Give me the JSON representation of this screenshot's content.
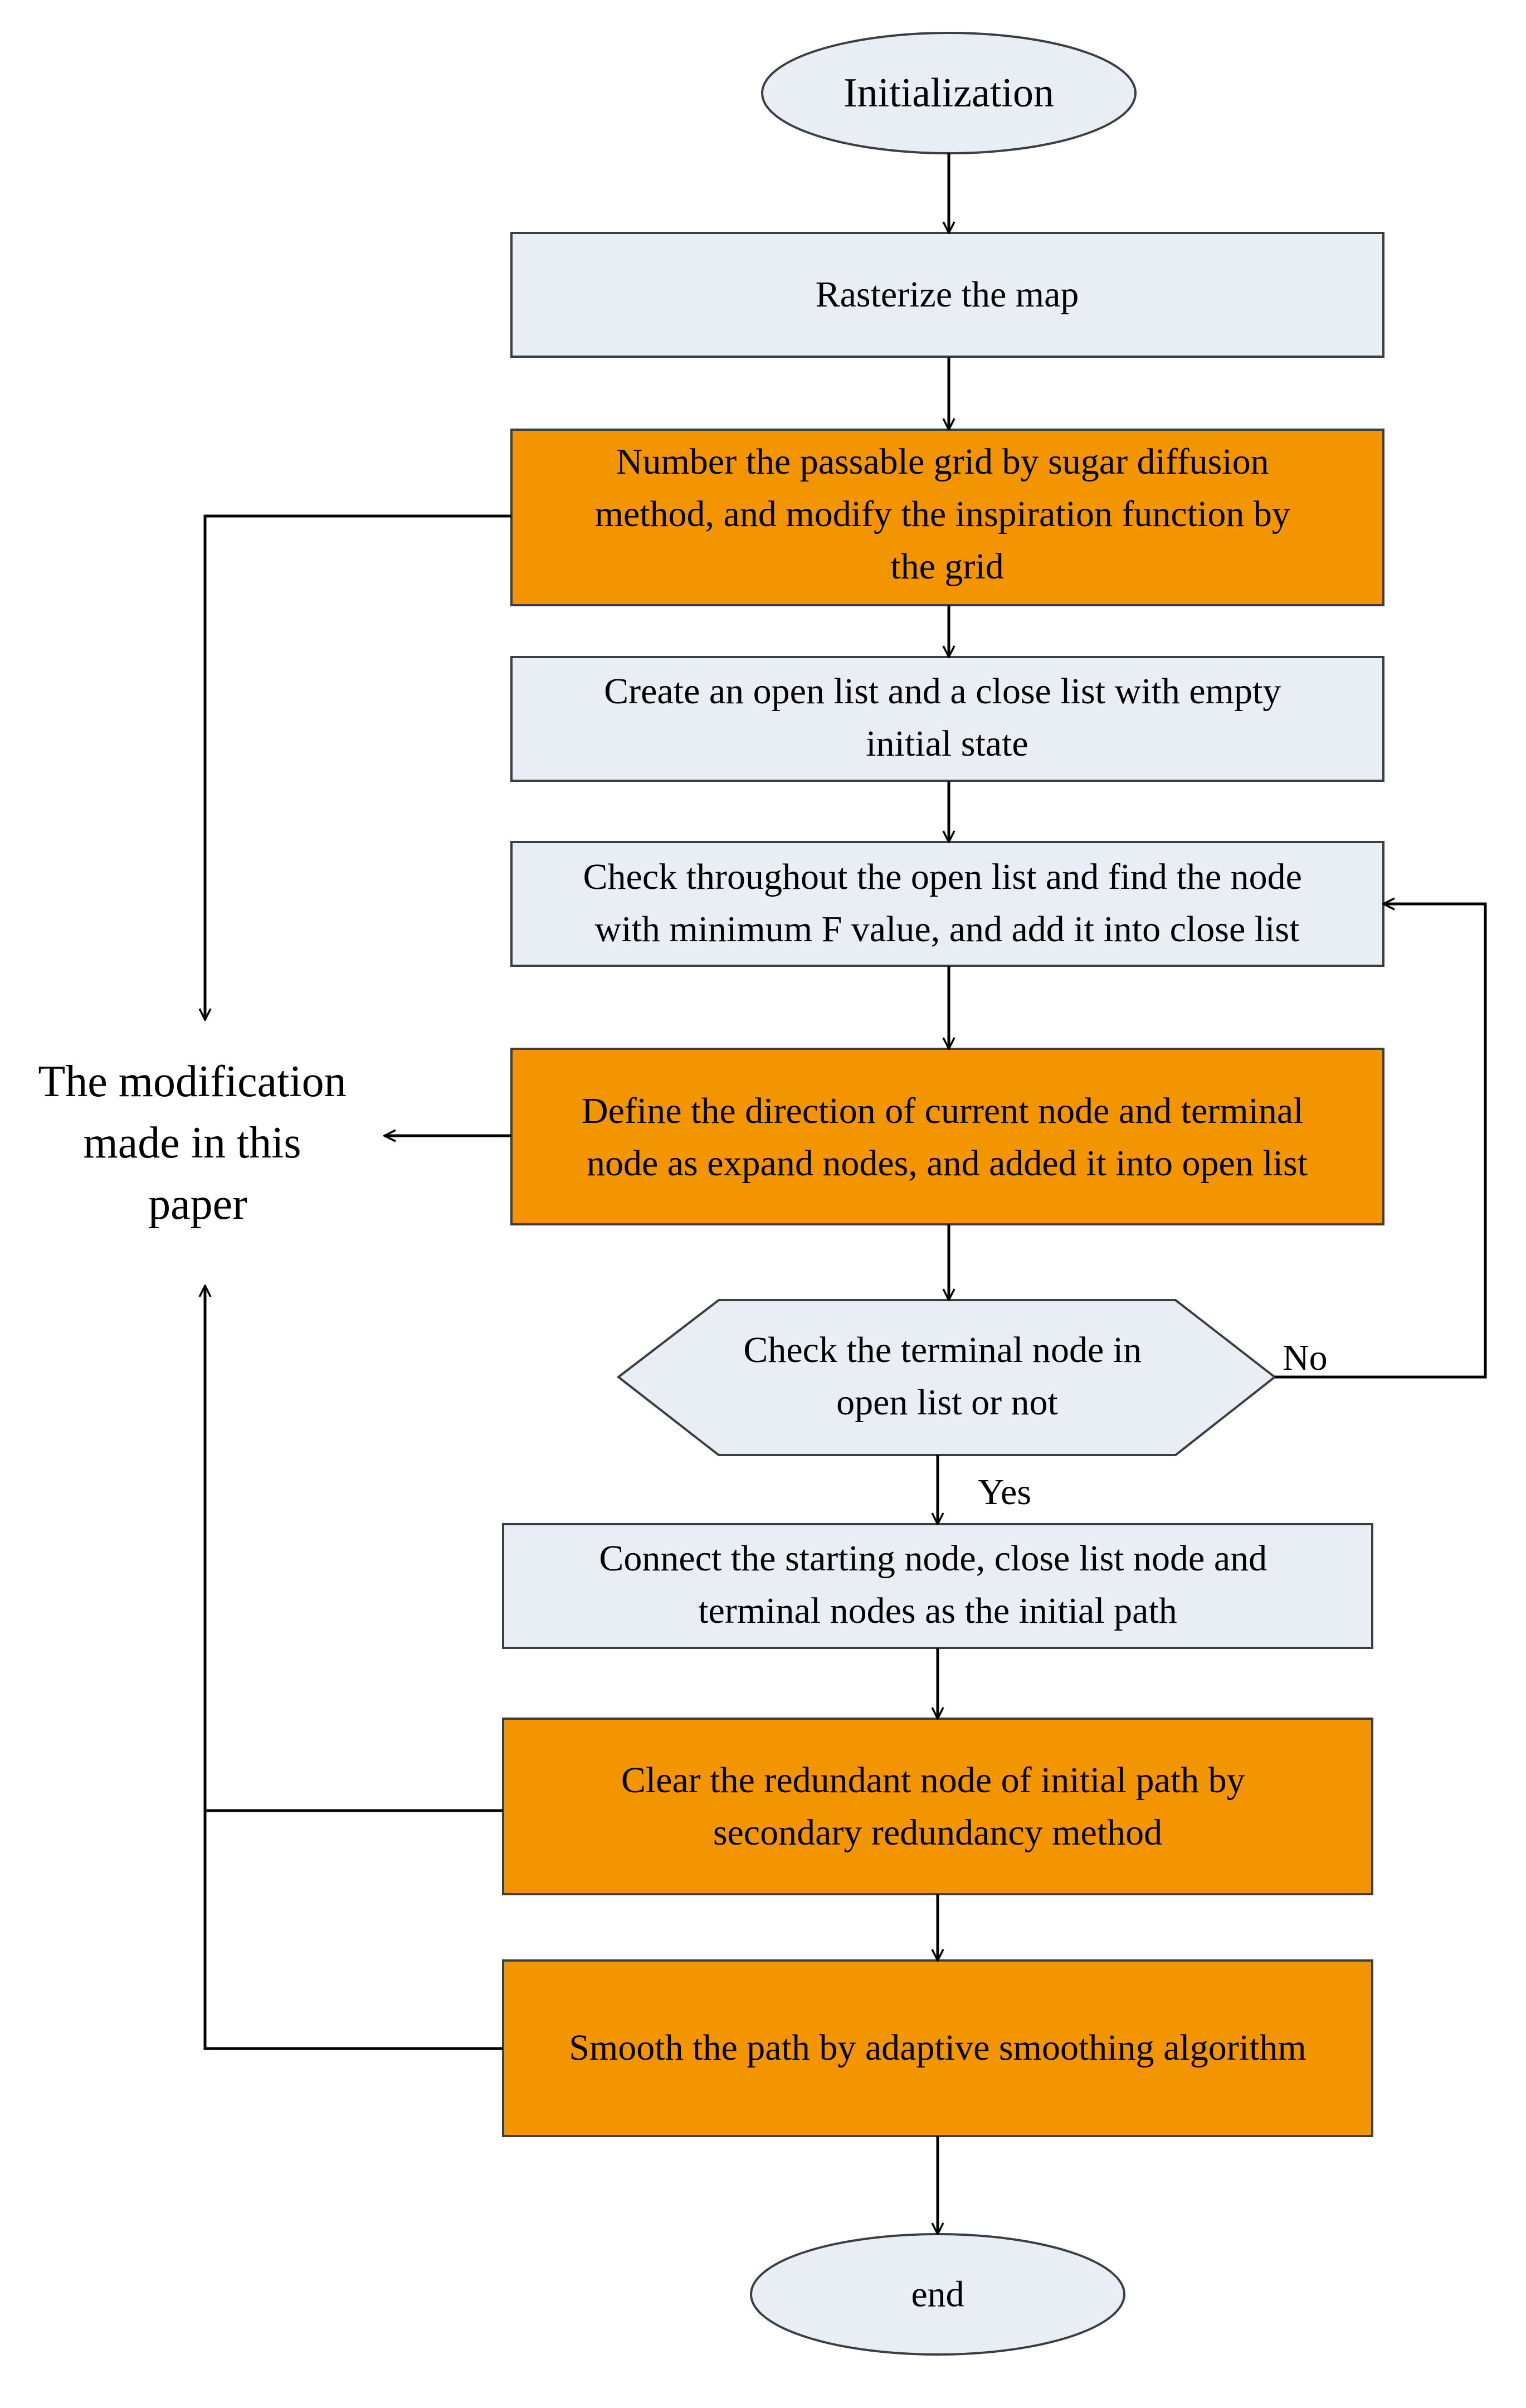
{
  "colors": {
    "default_fill": "#e9eef5",
    "modified_fill": "#f39500",
    "stroke": "#000000",
    "shape_stroke": "#3a3f44"
  },
  "start": {
    "label": "Initialization"
  },
  "steps": [
    {
      "id": "rasterize",
      "lines": [
        "Rasterize the map"
      ],
      "modified": false
    },
    {
      "id": "number-grid",
      "lines": [
        "Number the passable grid by sugar diffusion",
        "method, and modify the inspiration function by",
        "the grid"
      ],
      "modified": true
    },
    {
      "id": "create-lists",
      "lines": [
        "Create an open list and a close list with empty",
        "initial state"
      ],
      "modified": false
    },
    {
      "id": "check-open-list",
      "lines": [
        "Check throughout the open list and find the node",
        "with minimum F value, and add it into close list"
      ],
      "modified": false
    },
    {
      "id": "define-direction",
      "lines": [
        "Define the direction of current node and terminal",
        "node as expand nodes, and added it into open list"
      ],
      "modified": true
    }
  ],
  "decision": {
    "lines": [
      "Check the terminal node in",
      "open list or not"
    ],
    "no_label": "No",
    "yes_label": "Yes"
  },
  "steps_after": [
    {
      "id": "connect-nodes",
      "lines": [
        "Connect the starting node, close list node and",
        "terminal nodes as the initial path"
      ],
      "modified": false
    },
    {
      "id": "clear-redundant",
      "lines": [
        "Clear the redundant node of initial path by",
        "secondary redundancy method"
      ],
      "modified": true
    },
    {
      "id": "smooth-path",
      "lines": [
        "Smooth the path by adaptive smoothing algorithm"
      ],
      "modified": true
    }
  ],
  "end": {
    "label": "end"
  },
  "side_note": {
    "lines": [
      "The modification",
      "made in this",
      "paper"
    ]
  }
}
